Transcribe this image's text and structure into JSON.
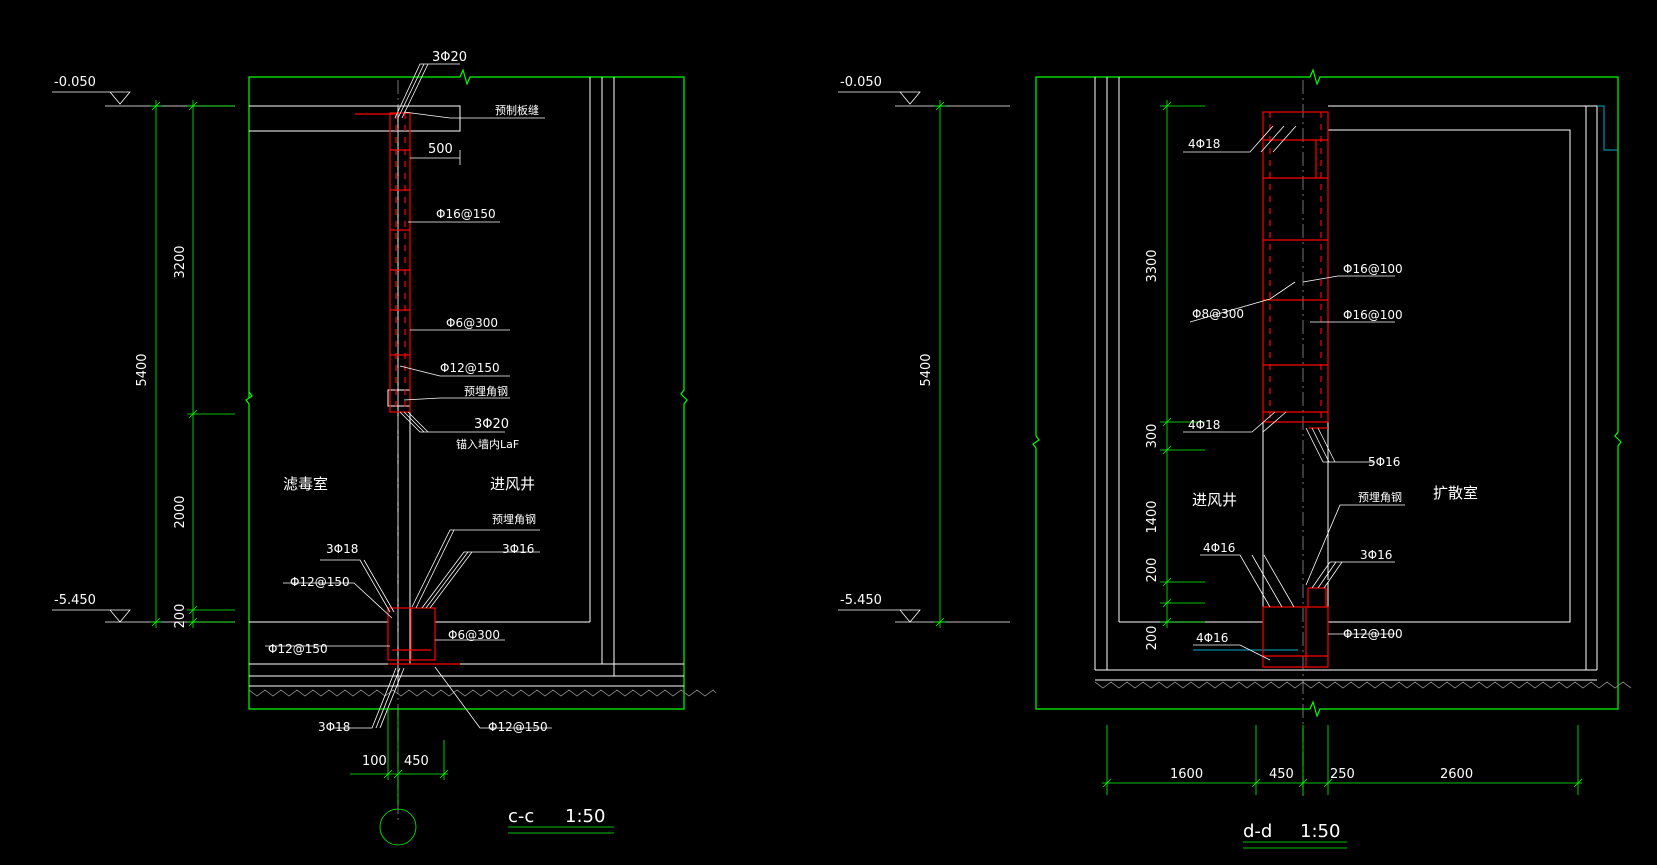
{
  "colors": {
    "background": "#000000",
    "outline": "#00ff00",
    "concrete_line": "#ffffff",
    "rebar": "#ff0000",
    "grid": "#c0c0c0",
    "pipe": "#00aacc"
  },
  "left_section": {
    "title": "c-c",
    "scale": "1:50",
    "elev_top": "-0.050",
    "elev_bottom": "-5.450",
    "dims_vertical": {
      "total": "5400",
      "upper": "3200",
      "middle": "2000",
      "bottom": "200"
    },
    "dims_horizontal": {
      "left": "100",
      "right": "450"
    },
    "room_left": "滤毒室",
    "room_right": "进风井",
    "labels": {
      "top_bars": "3Φ20",
      "embed_plate": "预制板缝",
      "offset": "500",
      "dist_bars": "Φ16@150",
      "stirrup_a": "Φ6@300",
      "stirrup_b": "Φ12@150",
      "embed_angle_top": "预埋角钢",
      "bottom_bars": "3Φ20",
      "anchor_note": "锚入墙内LaF",
      "embed_angle_bottom": "预埋角钢",
      "bars_3f18_top": "3Φ18",
      "bars_3f16": "3Φ16",
      "stirrup_c": "Φ12@150",
      "stirrup_d": "Φ12@150",
      "stirrup_e": "Φ6@300",
      "bars_3f18_bottom": "3Φ18",
      "stirrup_f": "Φ12@150"
    }
  },
  "right_section": {
    "title": "d-d",
    "scale": "1:50",
    "elev_top": "-0.050",
    "elev_bottom": "-5.450",
    "dims_vertical": {
      "total": "5400",
      "upper": "3300",
      "lintel": "300",
      "middle": "1400",
      "low": "200",
      "bottom": "200"
    },
    "dims_horizontal": {
      "a": "1600",
      "b": "450",
      "c": "250",
      "d": "2600"
    },
    "room_left": "进风井",
    "room_right": "扩散室",
    "labels": {
      "bars_4f18_top": "4Φ18",
      "stirrup_a": "Φ16@100",
      "stirrup_b": "Φ8@300",
      "stirrup_c": "Φ16@100",
      "bars_4f18_mid": "4Φ18",
      "bars_5f16": "5Φ16",
      "embed_angle": "预埋角钢",
      "bars_4f16_top": "4Φ16",
      "bars_3f16": "3Φ16",
      "stirrup_d": "Φ12@100",
      "bars_4f16_bottom": "4Φ16"
    }
  }
}
